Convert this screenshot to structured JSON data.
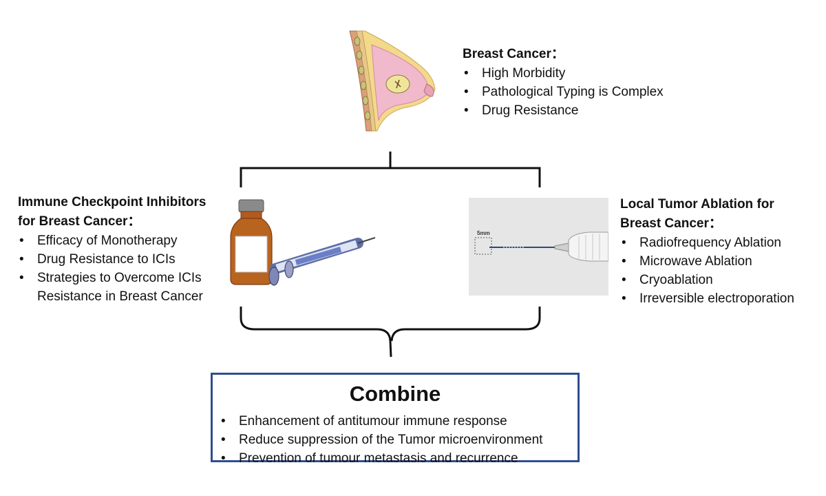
{
  "breast_cancer": {
    "heading": "Breast Cancer：",
    "items": [
      "High Morbidity",
      "Pathological Typing is Complex",
      "Drug Resistance"
    ]
  },
  "ici": {
    "heading_line1": "Immune Checkpoint Inhibitors",
    "heading_line2": "for Breast Cancer：",
    "items": [
      "Efficacy of Monotherapy",
      "Drug Resistance to ICIs",
      "Strategies to Overcome ICIs Resistance in Breast Cancer"
    ]
  },
  "ablation": {
    "heading_line1": "Local Tumor Ablation for",
    "heading_line2": "Breast Cancer：",
    "items": [
      "Radiofrequency Ablation",
      "Microwave Ablation",
      "Cryoablation",
      "Irreversible electroporation"
    ],
    "scale_label": "5mm"
  },
  "combine": {
    "title": "Combine",
    "items": [
      "Enhancement of antitumour immune response",
      "Reduce suppression of the Tumor microenvironment",
      "Prevention of tumour metastasis and recurrence"
    ]
  },
  "colors": {
    "box_border": "#2f4d8f",
    "bracket": "#111111"
  }
}
